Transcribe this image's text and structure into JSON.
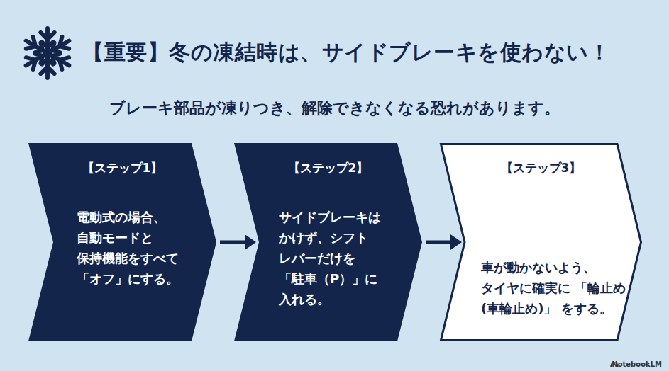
{
  "diagram": {
    "title": "【重要】冬の凍結時は、サイドブレーキを使わない！",
    "nodes": [
      {
        "text": [
          "【ステップ1】",
          "電動式の場合、 自動モードと 保持機能をすべて 「オフ」にする。"
        ]
      },
      {
        "text": [
          "【ステップ2】",
          "サイドブレーキは かけず、シフト レバーだけを 「駐車（P）」に 入れる。"
        ]
      },
      {
        "text": [
          "【ステップ3】",
          "車が動かないよう、 タイヤに確実に 「輪止め(車輪止め)」 をする。"
        ]
      }
    ],
    "edges": [
      {
        "from": 0,
        "to": 1,
        "arrow": "to"
      },
      {
        "from": 1,
        "to": 2,
        "arrow": "to"
      }
    ],
    "labels": [
      "ブレーキ部品が凍りつき、解除できなくなる恐れがあります。",
      "NotebookLM"
    ]
  }
}
